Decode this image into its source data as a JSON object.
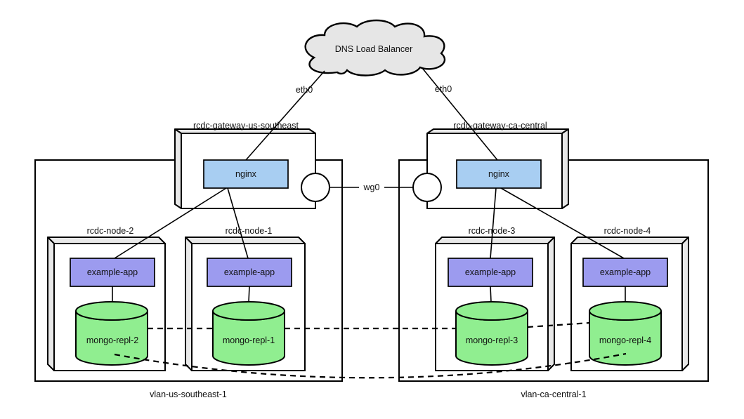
{
  "cloud": {
    "label": "DNS Load Balancer"
  },
  "interfaces": {
    "eth0_left": "eth0",
    "eth0_right": "eth0",
    "wg0": "wg0"
  },
  "gateways": [
    {
      "name": "rcdc-gateway-us-southeast",
      "service": "nginx"
    },
    {
      "name": "rcdc-gateway-ca-central",
      "service": "nginx"
    }
  ],
  "vlans": [
    {
      "name": "vlan-us-southeast-1"
    },
    {
      "name": "vlan-ca-central-1"
    }
  ],
  "nodes": [
    {
      "name": "rcdc-node-2",
      "app": "example-app",
      "db": "mongo-repl-2"
    },
    {
      "name": "rcdc-node-1",
      "app": "example-app",
      "db": "mongo-repl-1"
    },
    {
      "name": "rcdc-node-3",
      "app": "example-app",
      "db": "mongo-repl-3"
    },
    {
      "name": "rcdc-node-4",
      "app": "example-app",
      "db": "mongo-repl-4"
    }
  ],
  "colors": {
    "nginx_fill": "#a8cef2",
    "app_fill": "#9c9bef",
    "db_fill": "#90ee90",
    "face_fill": "#e8e8e8",
    "cloud_fill": "#e6e6e6",
    "line": "#000000",
    "background": "#ffffff"
  }
}
